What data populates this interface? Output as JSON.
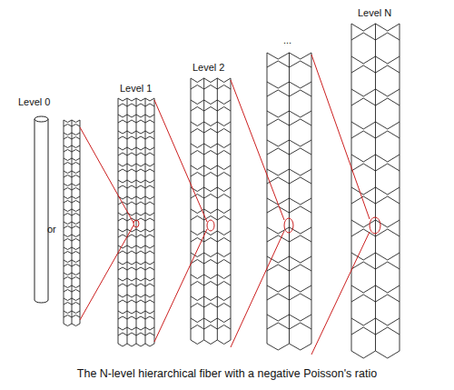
{
  "diagram": {
    "caption": "The N-level hierarchical fiber with a negative Poisson's ratio",
    "labels": [
      "Level 0",
      "or",
      "Level 1",
      "Level 2",
      "...",
      "Level N"
    ]
  }
}
